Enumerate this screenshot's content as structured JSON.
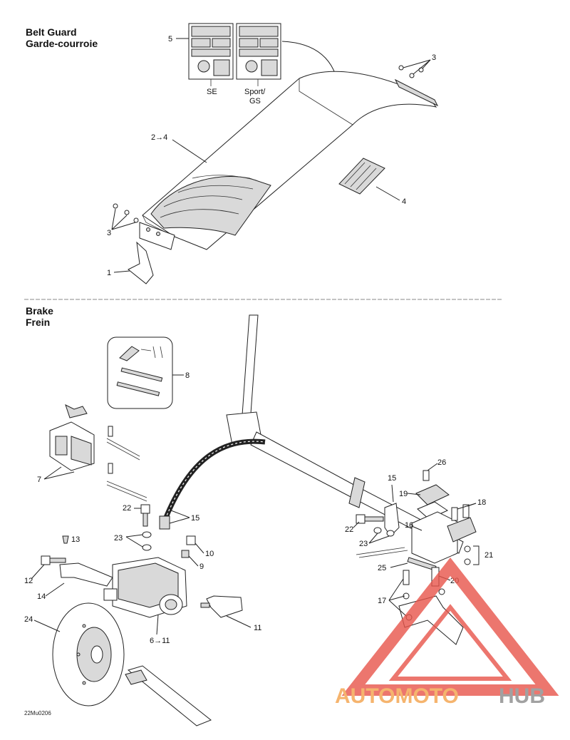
{
  "sections": {
    "belt_guard": {
      "title_en": "Belt Guard",
      "title_fr": "Garde-courroie"
    },
    "brake": {
      "title_en": "Brake",
      "title_fr": "Frein"
    }
  },
  "belt_guard_labels": {
    "c5": "5",
    "c3a": "3",
    "c3b": "3",
    "c2to4": "2→4",
    "c4": "4",
    "c1": "1",
    "se": "SE",
    "sport_l1": "Sport/",
    "sport_l2": "GS"
  },
  "brake_labels": {
    "c8": "8",
    "c7": "7",
    "c22a": "22",
    "c15a": "15",
    "c23a": "23",
    "c13": "13",
    "c10": "10",
    "c9": "9",
    "c12": "12",
    "c14": "14",
    "c24": "24",
    "c6to11": "6→11",
    "c11": "11",
    "c26": "26",
    "c15b": "15",
    "c19": "19",
    "c18": "18",
    "c22b": "22",
    "c16": "16",
    "c23b": "23",
    "c21": "21",
    "c25": "25",
    "c20": "20",
    "c17": "17"
  },
  "diagram_code": "22Mu0206",
  "watermark": {
    "part1": "AUTOMOTO",
    "part2": "HUB",
    "color1": "#f3a24a",
    "color2": "#8a8a8a",
    "triangle_color": "#e8554a"
  }
}
